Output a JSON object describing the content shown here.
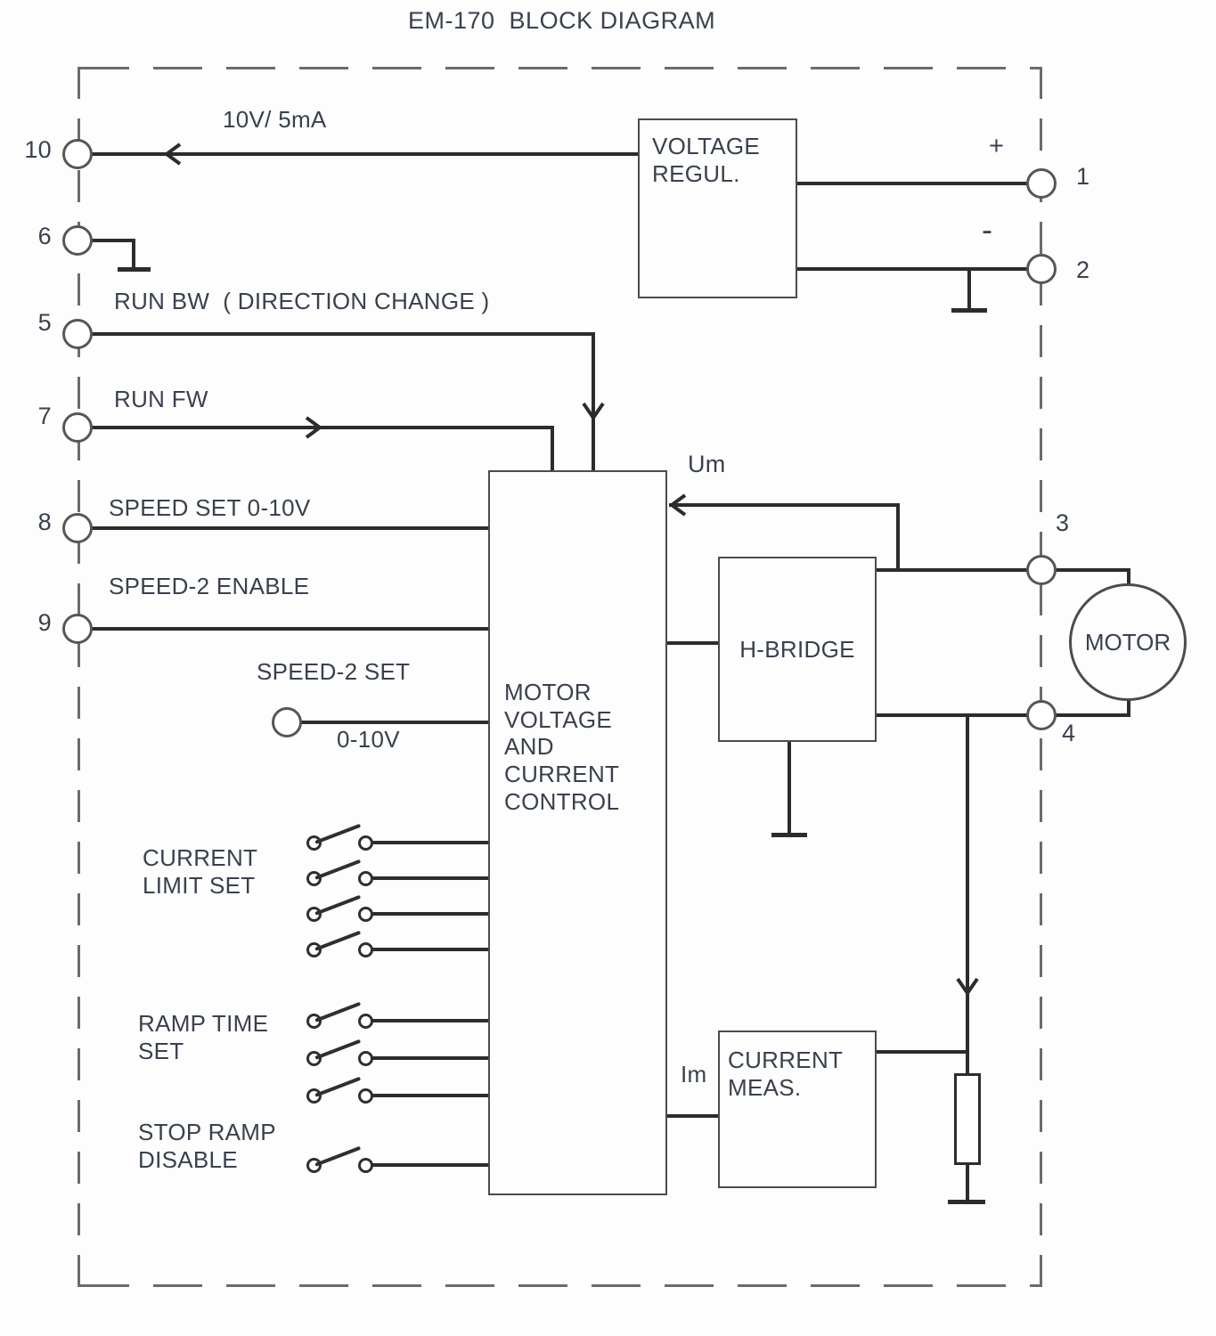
{
  "title": "EM-170  BLOCK DIAGRAM",
  "colors": {
    "ink": "#39414e",
    "line": "#2c2c2c",
    "dash": "#6b6b6b",
    "background": "#fdfdfd"
  },
  "terminals": {
    "left": [
      {
        "number": "10"
      },
      {
        "number": "6"
      },
      {
        "number": "5"
      },
      {
        "number": "7"
      },
      {
        "number": "8"
      },
      {
        "number": "9"
      }
    ],
    "right": [
      {
        "number": "1"
      },
      {
        "number": "2"
      },
      {
        "number": "3"
      },
      {
        "number": "4"
      }
    ]
  },
  "blocks": {
    "voltage_regulator": "VOLTAGE\nREGUL.",
    "motor_control": "MOTOR\nVOLTAGE\nAND\nCURRENT\nCONTROL",
    "h_bridge": "H-BRIDGE",
    "current_meas": "CURRENT\nMEAS.",
    "motor": "MOTOR"
  },
  "labels": {
    "supply": "10V/ 5mA",
    "run_bw": "RUN BW  ( DIRECTION CHANGE )",
    "run_fw": "RUN FW",
    "speed_set": "SPEED SET 0-10V",
    "speed2_enable": "SPEED-2 ENABLE",
    "speed2_set": "SPEED-2 SET",
    "speed2_range": "0-10V",
    "current_limit_set": "CURRENT\nLIMIT SET",
    "ramp_time_set": "RAMP TIME\nSET",
    "stop_ramp_disable": "STOP RAMP\nDISABLE",
    "um": "Um",
    "im": "Im",
    "plus": "+",
    "minus": "-"
  }
}
